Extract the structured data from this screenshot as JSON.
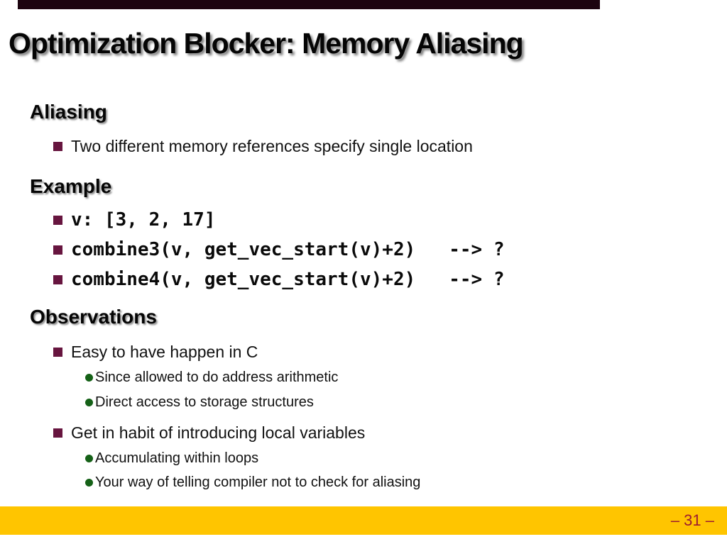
{
  "slide": {
    "title": "Optimization Blocker: Memory Aliasing",
    "page_label": "– 31 –",
    "colors": {
      "top_bar_color": "#1c040f",
      "footer_bar_color": "#ffc500",
      "bullet_square_color": "#67153f",
      "bullet_circle_color": "#156117",
      "page_number_color": "#9c1b31"
    },
    "sections": [
      {
        "heading": "Aliasing",
        "bullets": [
          {
            "level": 1,
            "style": "text",
            "text": "Two different memory references specify single location"
          }
        ]
      },
      {
        "heading": "Example",
        "bullets": [
          {
            "level": 1,
            "style": "code",
            "text": "v: [3, 2, 17]"
          },
          {
            "level": 1,
            "style": "code",
            "text": "combine3(v, get_vec_start(v)+2)   --> ?"
          },
          {
            "level": 1,
            "style": "code",
            "text": "combine4(v, get_vec_start(v)+2)   --> ?"
          }
        ]
      },
      {
        "heading": "Observations",
        "bullets": [
          {
            "level": 1,
            "style": "text",
            "text": "Easy to have happen in C"
          },
          {
            "level": 2,
            "style": "text",
            "text": "Since allowed to do address arithmetic"
          },
          {
            "level": 2,
            "style": "text",
            "text": "Direct access to storage structures"
          },
          {
            "level": 1,
            "style": "text",
            "text": "Get in habit of introducing local variables"
          },
          {
            "level": 2,
            "style": "text",
            "text": "Accumulating within loops"
          },
          {
            "level": 2,
            "style": "text",
            "text": "Your way of telling compiler not to check for aliasing"
          }
        ]
      }
    ]
  }
}
